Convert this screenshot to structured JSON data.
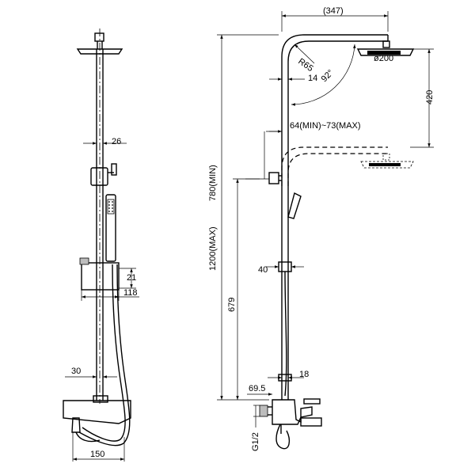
{
  "labels": {
    "arm_length": "(347)",
    "bend_radius": "R65",
    "head_diameter": "ø200",
    "gap": "14",
    "angle": "92°",
    "height_adjust": "420",
    "wall_offset": "64(MIN)~73(MAX)",
    "pole_diameter": "26",
    "min_height": "780(MIN)",
    "max_height": "1200(MAX)",
    "bracket_height": "21",
    "bracket_width": "118",
    "slider_width": "40",
    "inlet_height": "679",
    "spout_size": "30",
    "pipe_size": "18",
    "mixer_depth": "69.5",
    "thread": "G1/2",
    "mixer_width": "150"
  }
}
